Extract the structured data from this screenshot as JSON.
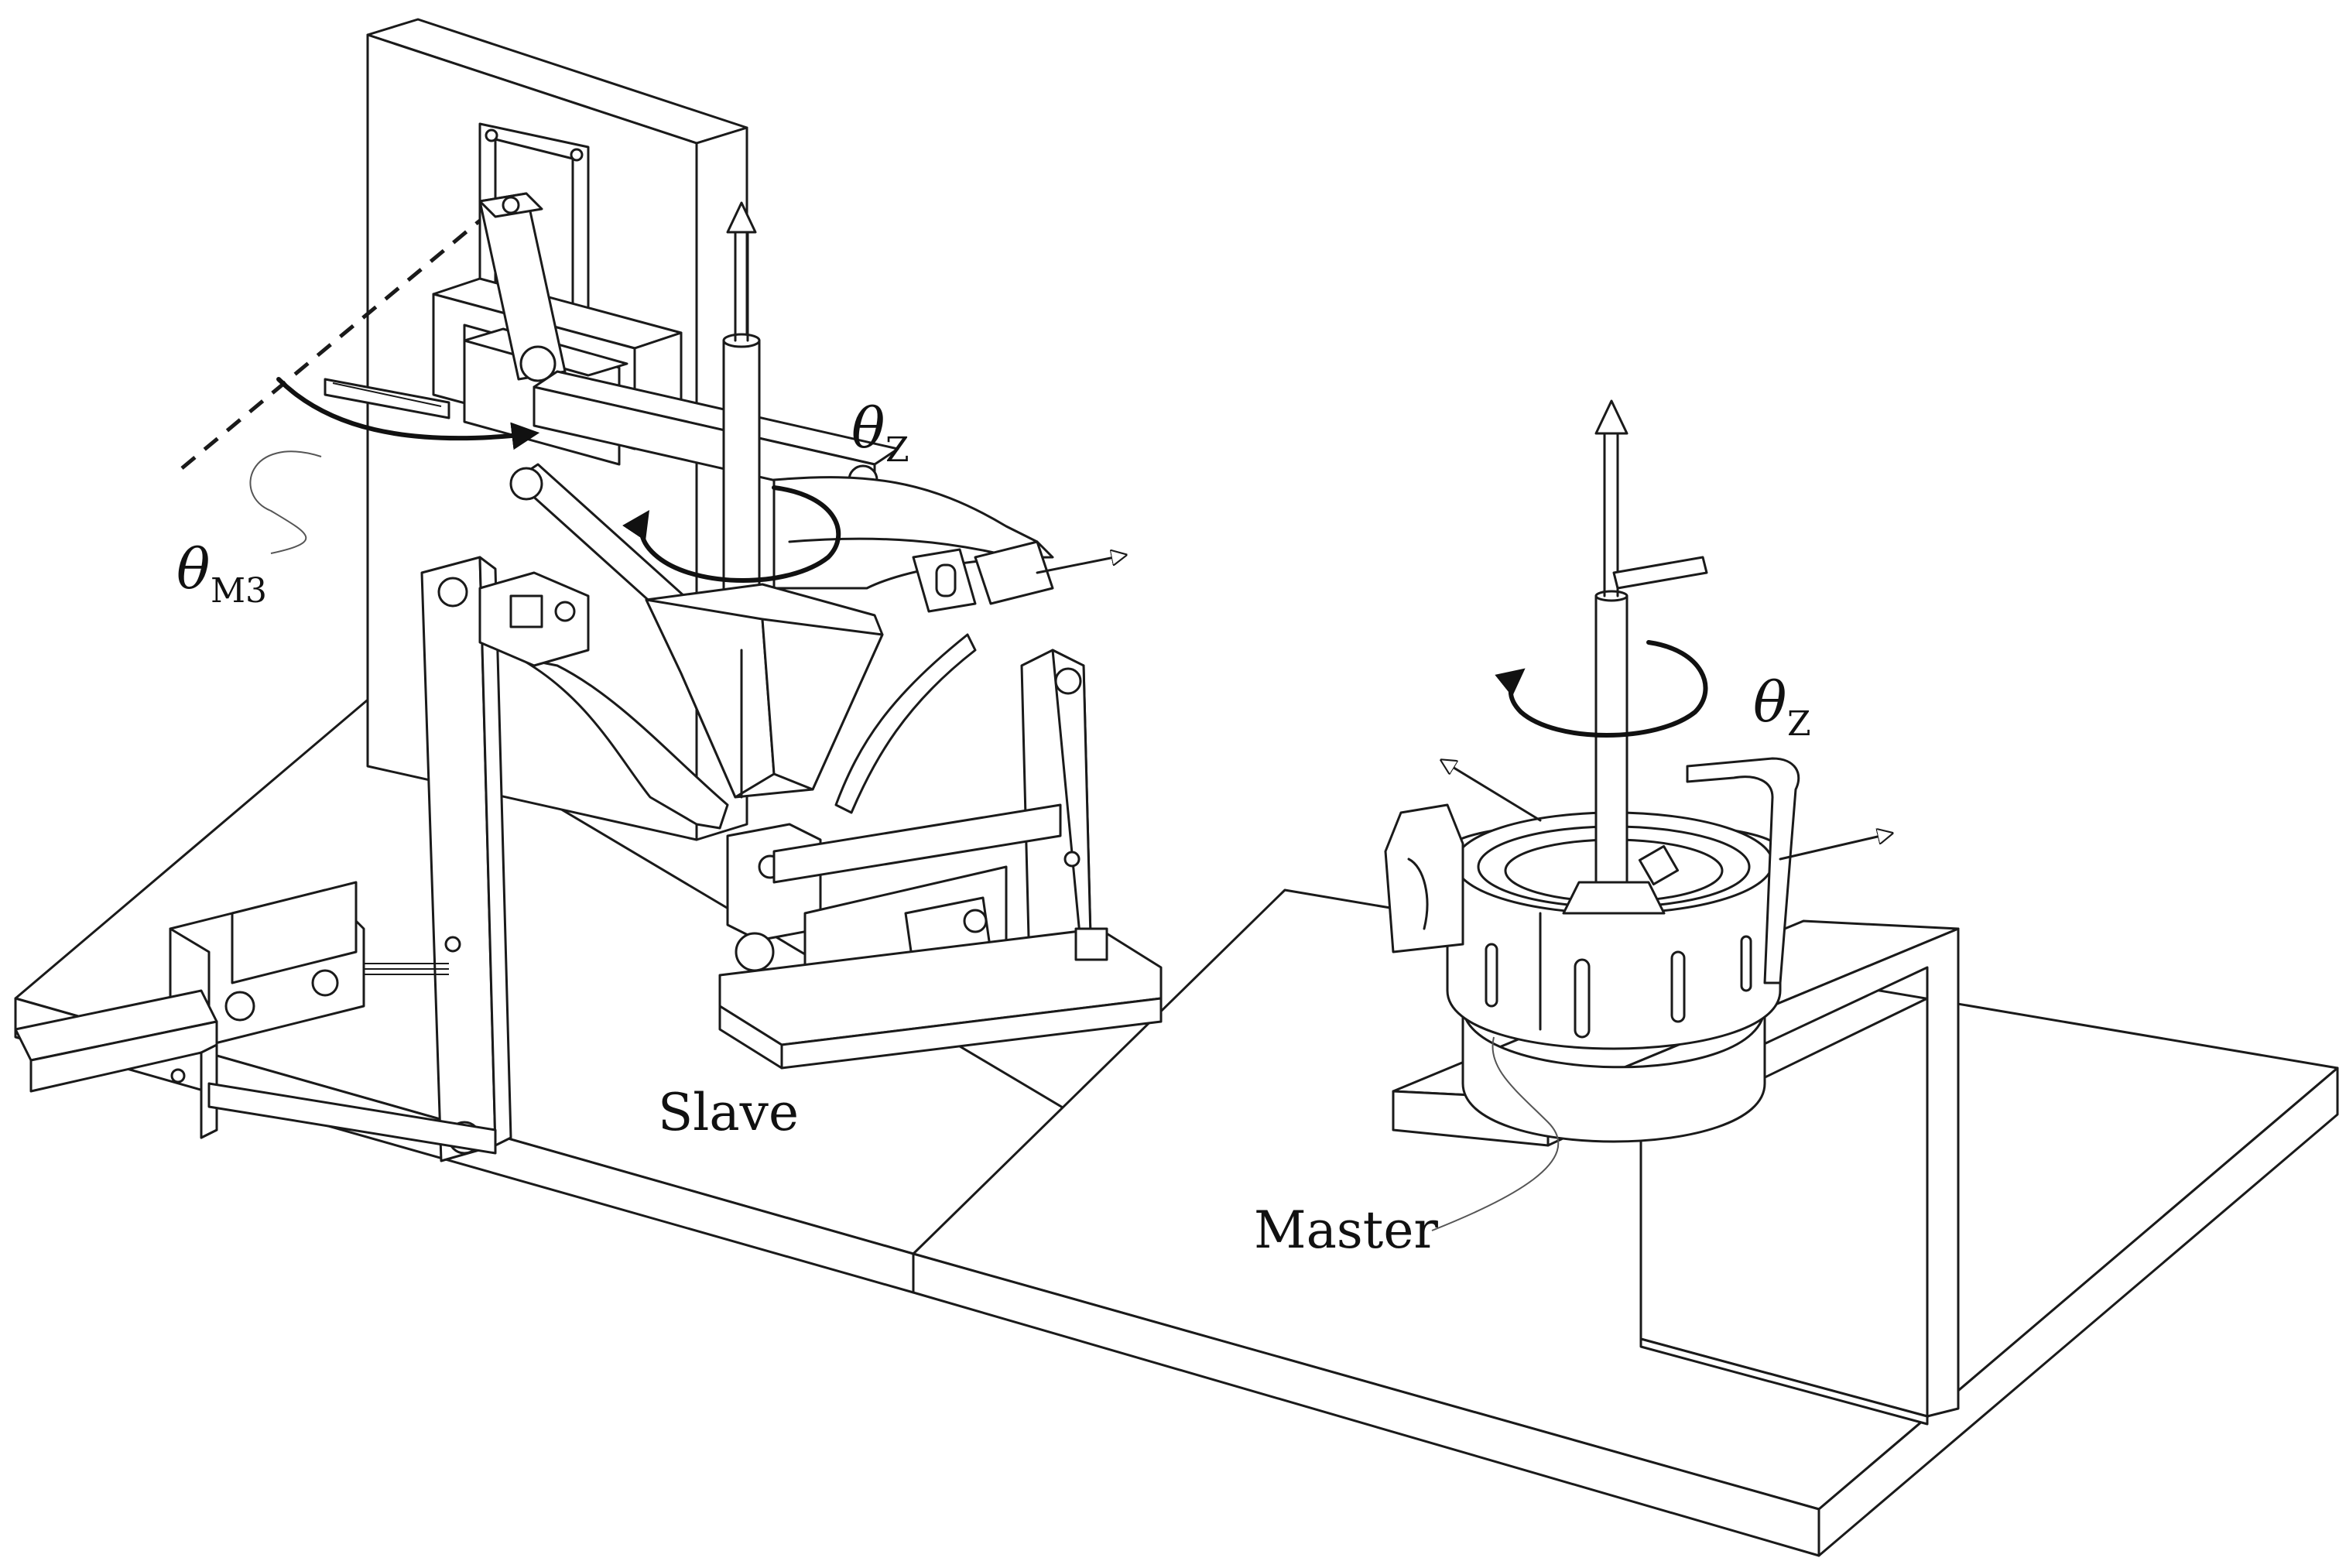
{
  "labels": {
    "slave": "Slave",
    "master": "Master",
    "theta_m3": {
      "symbol": "θ",
      "subscript": "M3"
    },
    "theta_z_slave": {
      "symbol": "θ",
      "subscript": "Z"
    },
    "theta_z_master": {
      "symbol": "θ",
      "subscript": "Z"
    }
  },
  "colors": {
    "line": "#1a1a1a",
    "background": "#ffffff"
  }
}
